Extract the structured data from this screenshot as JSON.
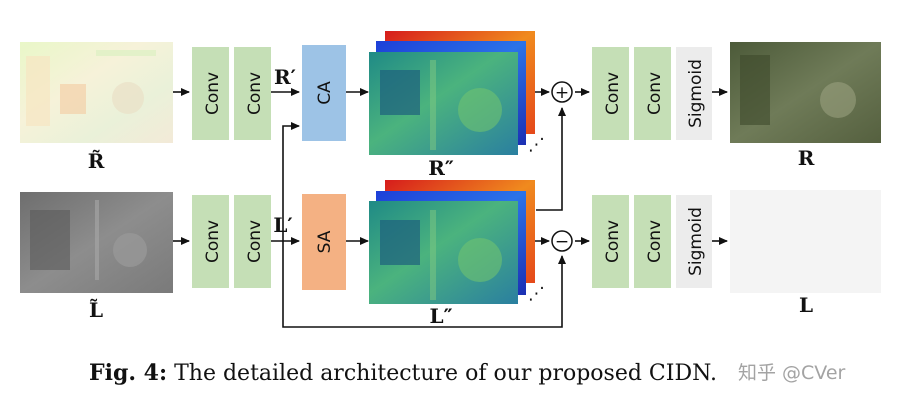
{
  "blocks": {
    "conv": "Conv",
    "ca": "CA",
    "sa": "SA",
    "sigmoid": "Sigmoid"
  },
  "labels": {
    "r_tilde": "R̃",
    "l_tilde": "L̃",
    "r_prime": "R′",
    "l_prime": "L′",
    "r_double_prime": "R″",
    "l_double_prime": "L″",
    "r_out": "R",
    "l_out": "L",
    "plus": "+",
    "minus": "−"
  },
  "caption": {
    "prefix": "Fig. 4:",
    "text": "The detailed architecture of our proposed CIDN."
  },
  "watermark": "知乎 @CVer",
  "colors": {
    "conv": "#c5dfb6",
    "ca": "#9dc3e6",
    "sa": "#f4b183",
    "sigmoid": "#ececec"
  }
}
